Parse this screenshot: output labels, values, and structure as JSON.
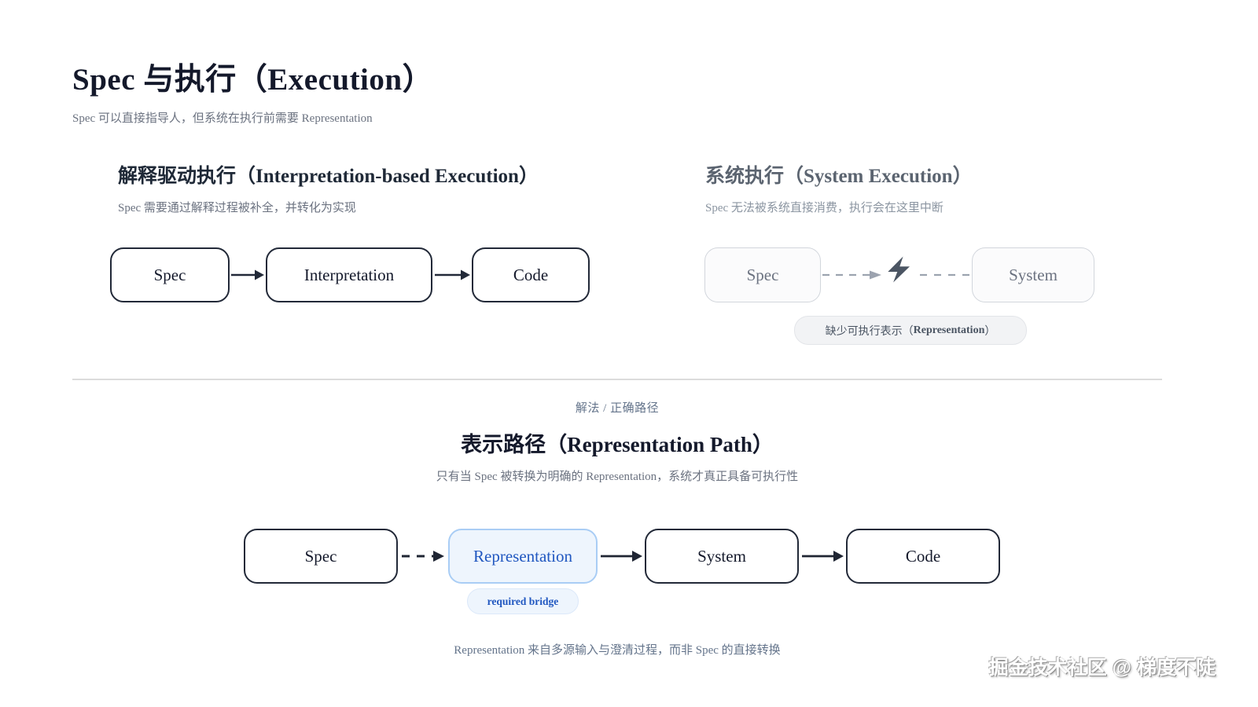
{
  "page": {
    "title": "Spec 与执行（Execution）",
    "subtitle": "Spec 可以直接指导人，但系统在执行前需要 Representation"
  },
  "interpretation_section": {
    "title": "解释驱动执行（Interpretation-based Execution）",
    "subtitle": "Spec 需要通过解释过程被补全，并转化为实现",
    "nodes": [
      "Spec",
      "Interpretation",
      "Code"
    ]
  },
  "system_section": {
    "title": "系统执行（System Execution）",
    "subtitle": "Spec 无法被系统直接消费，执行会在这里中断",
    "nodes": [
      "Spec",
      "System"
    ],
    "break_badge": {
      "prefix": "缺少可执行表示（",
      "emphasis": "Representation",
      "suffix": "）"
    }
  },
  "representation_section": {
    "kicker": "解法 / 正确路径",
    "title": "表示路径（Representation Path）",
    "subtitle": "只有当 Spec 被转换为明确的 Representation，系统才真正具备可执行性",
    "nodes": [
      "Spec",
      "Representation",
      "System",
      "Code"
    ],
    "bridge_badge": "required bridge",
    "footnote": "Representation 来自多源输入与澄清过程，而非 Spec 的直接转换"
  },
  "watermark": "掘金技术社区 @ 梯度不陡",
  "colors": {
    "node_dark_border": "#222938",
    "node_muted_border": "#d2d6dc",
    "accent_blue": "#2057c0",
    "accent_blue_bg": "#eef5fd",
    "muted_text": "#6b7280",
    "break_icon": "#4b5563"
  }
}
